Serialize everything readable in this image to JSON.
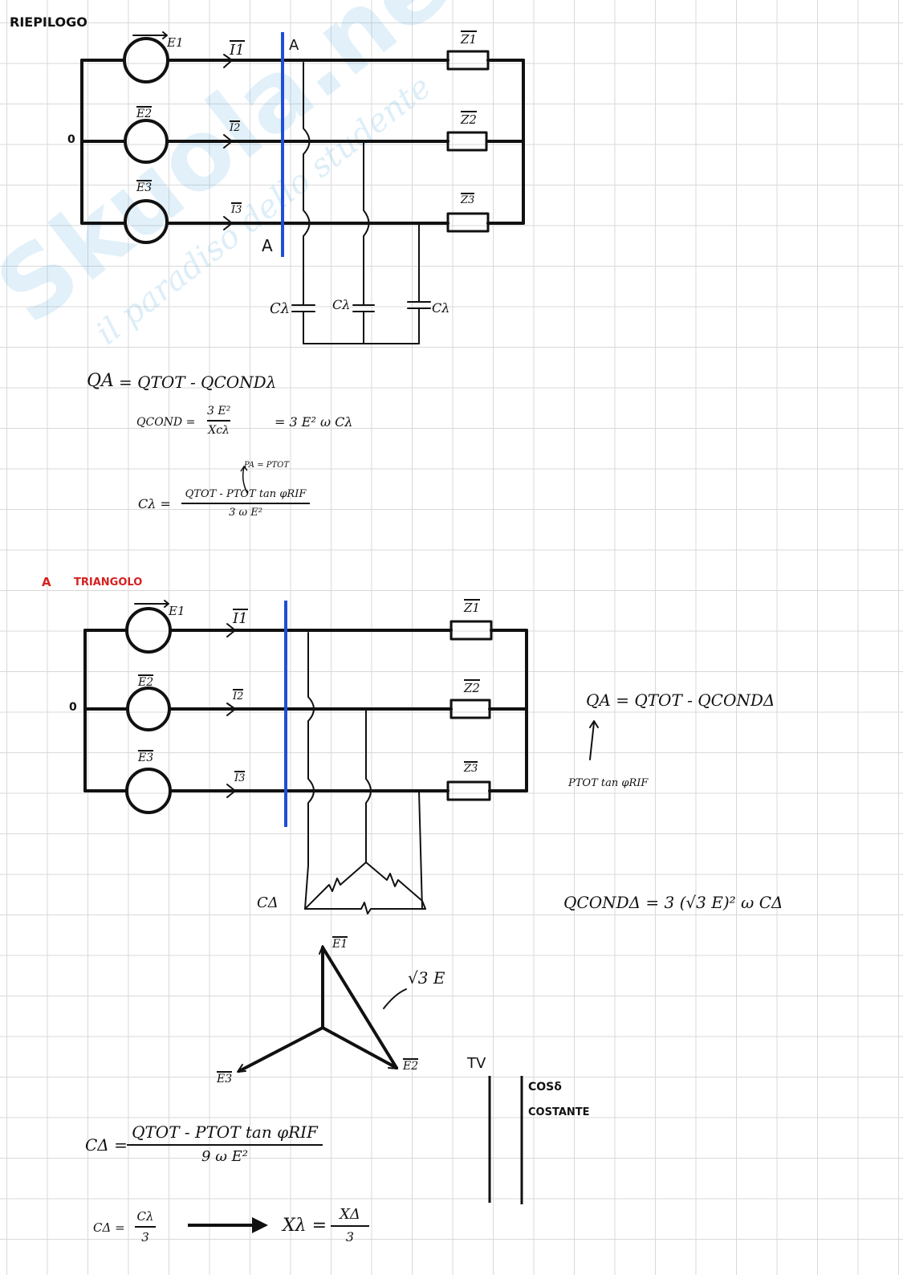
{
  "header": {
    "title": "RIEPILOGO",
    "section_marker": "A",
    "section_title": "TRIANGOLO"
  },
  "watermark": {
    "brand": "Skuola.net",
    "tagline": "il paradiso dello studente"
  },
  "circuit1": {
    "sources": [
      "E1",
      "E2",
      "E3"
    ],
    "currents": [
      "I1",
      "I2",
      "I3"
    ],
    "loads": [
      "Z1",
      "Z2",
      "Z3"
    ],
    "node_label": "0",
    "section_top": "A",
    "section_bottom": "A",
    "capacitors": [
      "Cλ",
      "Cλ",
      "Cλ"
    ]
  },
  "equations1": {
    "qa_lhs": "QA",
    "qa_rhs": "= QTOT - QCONDλ",
    "qcond_lhs": "QCOND =",
    "qcond_frac_num": "3 E²",
    "qcond_frac_den": "Xcλ",
    "qcond_rhs": "= 3 E² ω Cλ",
    "pa_note": "PA = PTOT",
    "c_lhs": "Cλ =",
    "c_num": "QTOT - PTOT tan φRIF",
    "c_den": "3 ω E²"
  },
  "circuit2": {
    "sources": [
      "E1",
      "E2",
      "E3"
    ],
    "currents": [
      "I1",
      "I2",
      "I3"
    ],
    "loads": [
      "Z1",
      "Z2",
      "Z3"
    ],
    "node_label": "0",
    "cap_label": "CΔ"
  },
  "equations2": {
    "qa": "QA = QTOT - QCONDΔ",
    "ptot_note": "PTOT tan φRIF",
    "qcond": "QCONDΔ = 3 (√3 E)² ω CΔ"
  },
  "phasor": {
    "e1": "E1",
    "e2": "E2",
    "e3": "E3",
    "line_label": "√3 E"
  },
  "tv_note": {
    "label": "TV",
    "line1": "COSδ",
    "line2": "COSTANTE"
  },
  "final_eq": {
    "c_lhs": "CΔ =",
    "c_num": "QTOT - PTOT tan φRIF",
    "c_den": "9 ω E²",
    "rel_lhs": "CΔ =",
    "rel_num": "Cλ",
    "rel_den": "3",
    "x_lhs": "Xλ =",
    "x_num": "XΔ",
    "x_den": "3"
  },
  "colors": {
    "ink": "#111111",
    "accent_blue": "#1f4fd6",
    "accent_red": "#d62020",
    "grid": "#d9d9d9"
  }
}
